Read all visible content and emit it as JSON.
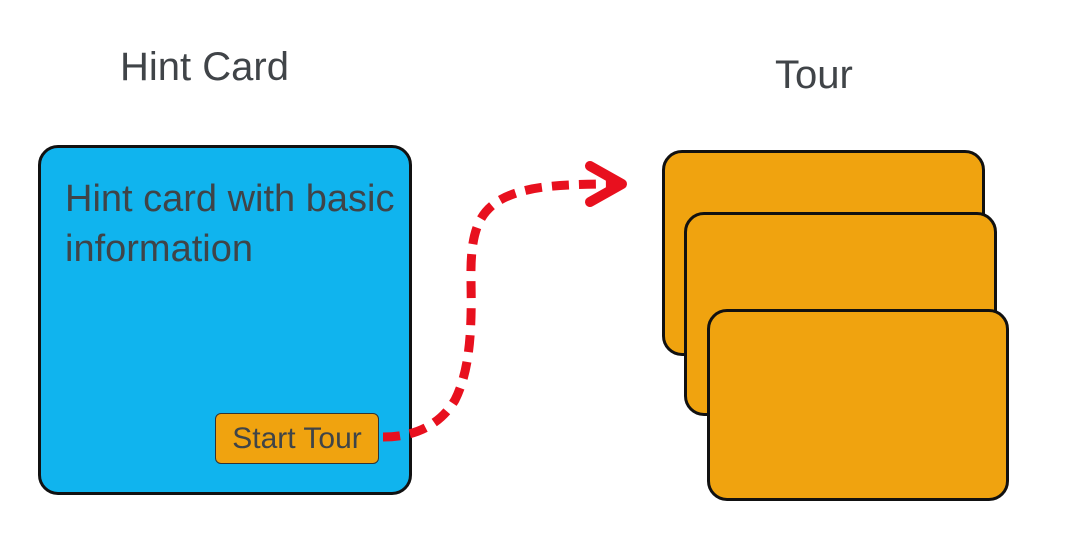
{
  "headings": {
    "hint_card": "Hint Card",
    "tour": "Tour"
  },
  "hint_card": {
    "text": "Hint card with basic information",
    "button_label": "Start Tour"
  },
  "tour": {
    "card_count": 3
  },
  "colors": {
    "hint_card_fill": "#10b4ee",
    "tour_card_fill": "#f0a30f",
    "button_fill": "#f0a30f",
    "connector_stroke": "#e8101e",
    "outline": "#111111",
    "text": "#404448"
  }
}
